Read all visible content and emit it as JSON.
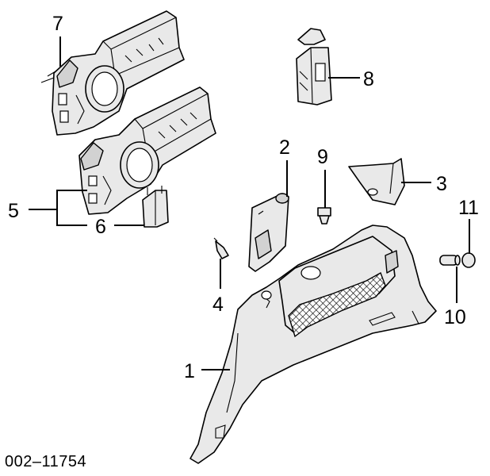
{
  "diagram": {
    "reference_code": "002–11754",
    "callouts": {
      "c1": "1",
      "c2": "2",
      "c3": "3",
      "c4": "4",
      "c5": "5",
      "c6": "6",
      "c7": "7",
      "c8": "8",
      "c9": "9",
      "c10": "10",
      "c11": "11"
    }
  }
}
